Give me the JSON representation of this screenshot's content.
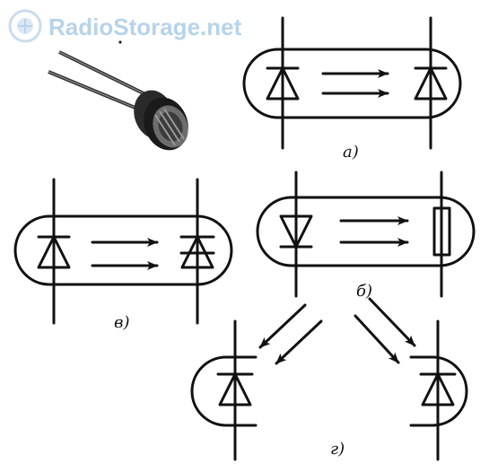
{
  "watermark": {
    "text": "RadioStorage.net",
    "color": "#b7d3ea"
  },
  "labels": {
    "a": "а)",
    "b": "б)",
    "v": "в)",
    "g": "г)"
  },
  "icons": [
    "photo-component-image",
    "led-icon",
    "photodiode-icon",
    "photoresistor-icon",
    "light-arrow-icon"
  ]
}
